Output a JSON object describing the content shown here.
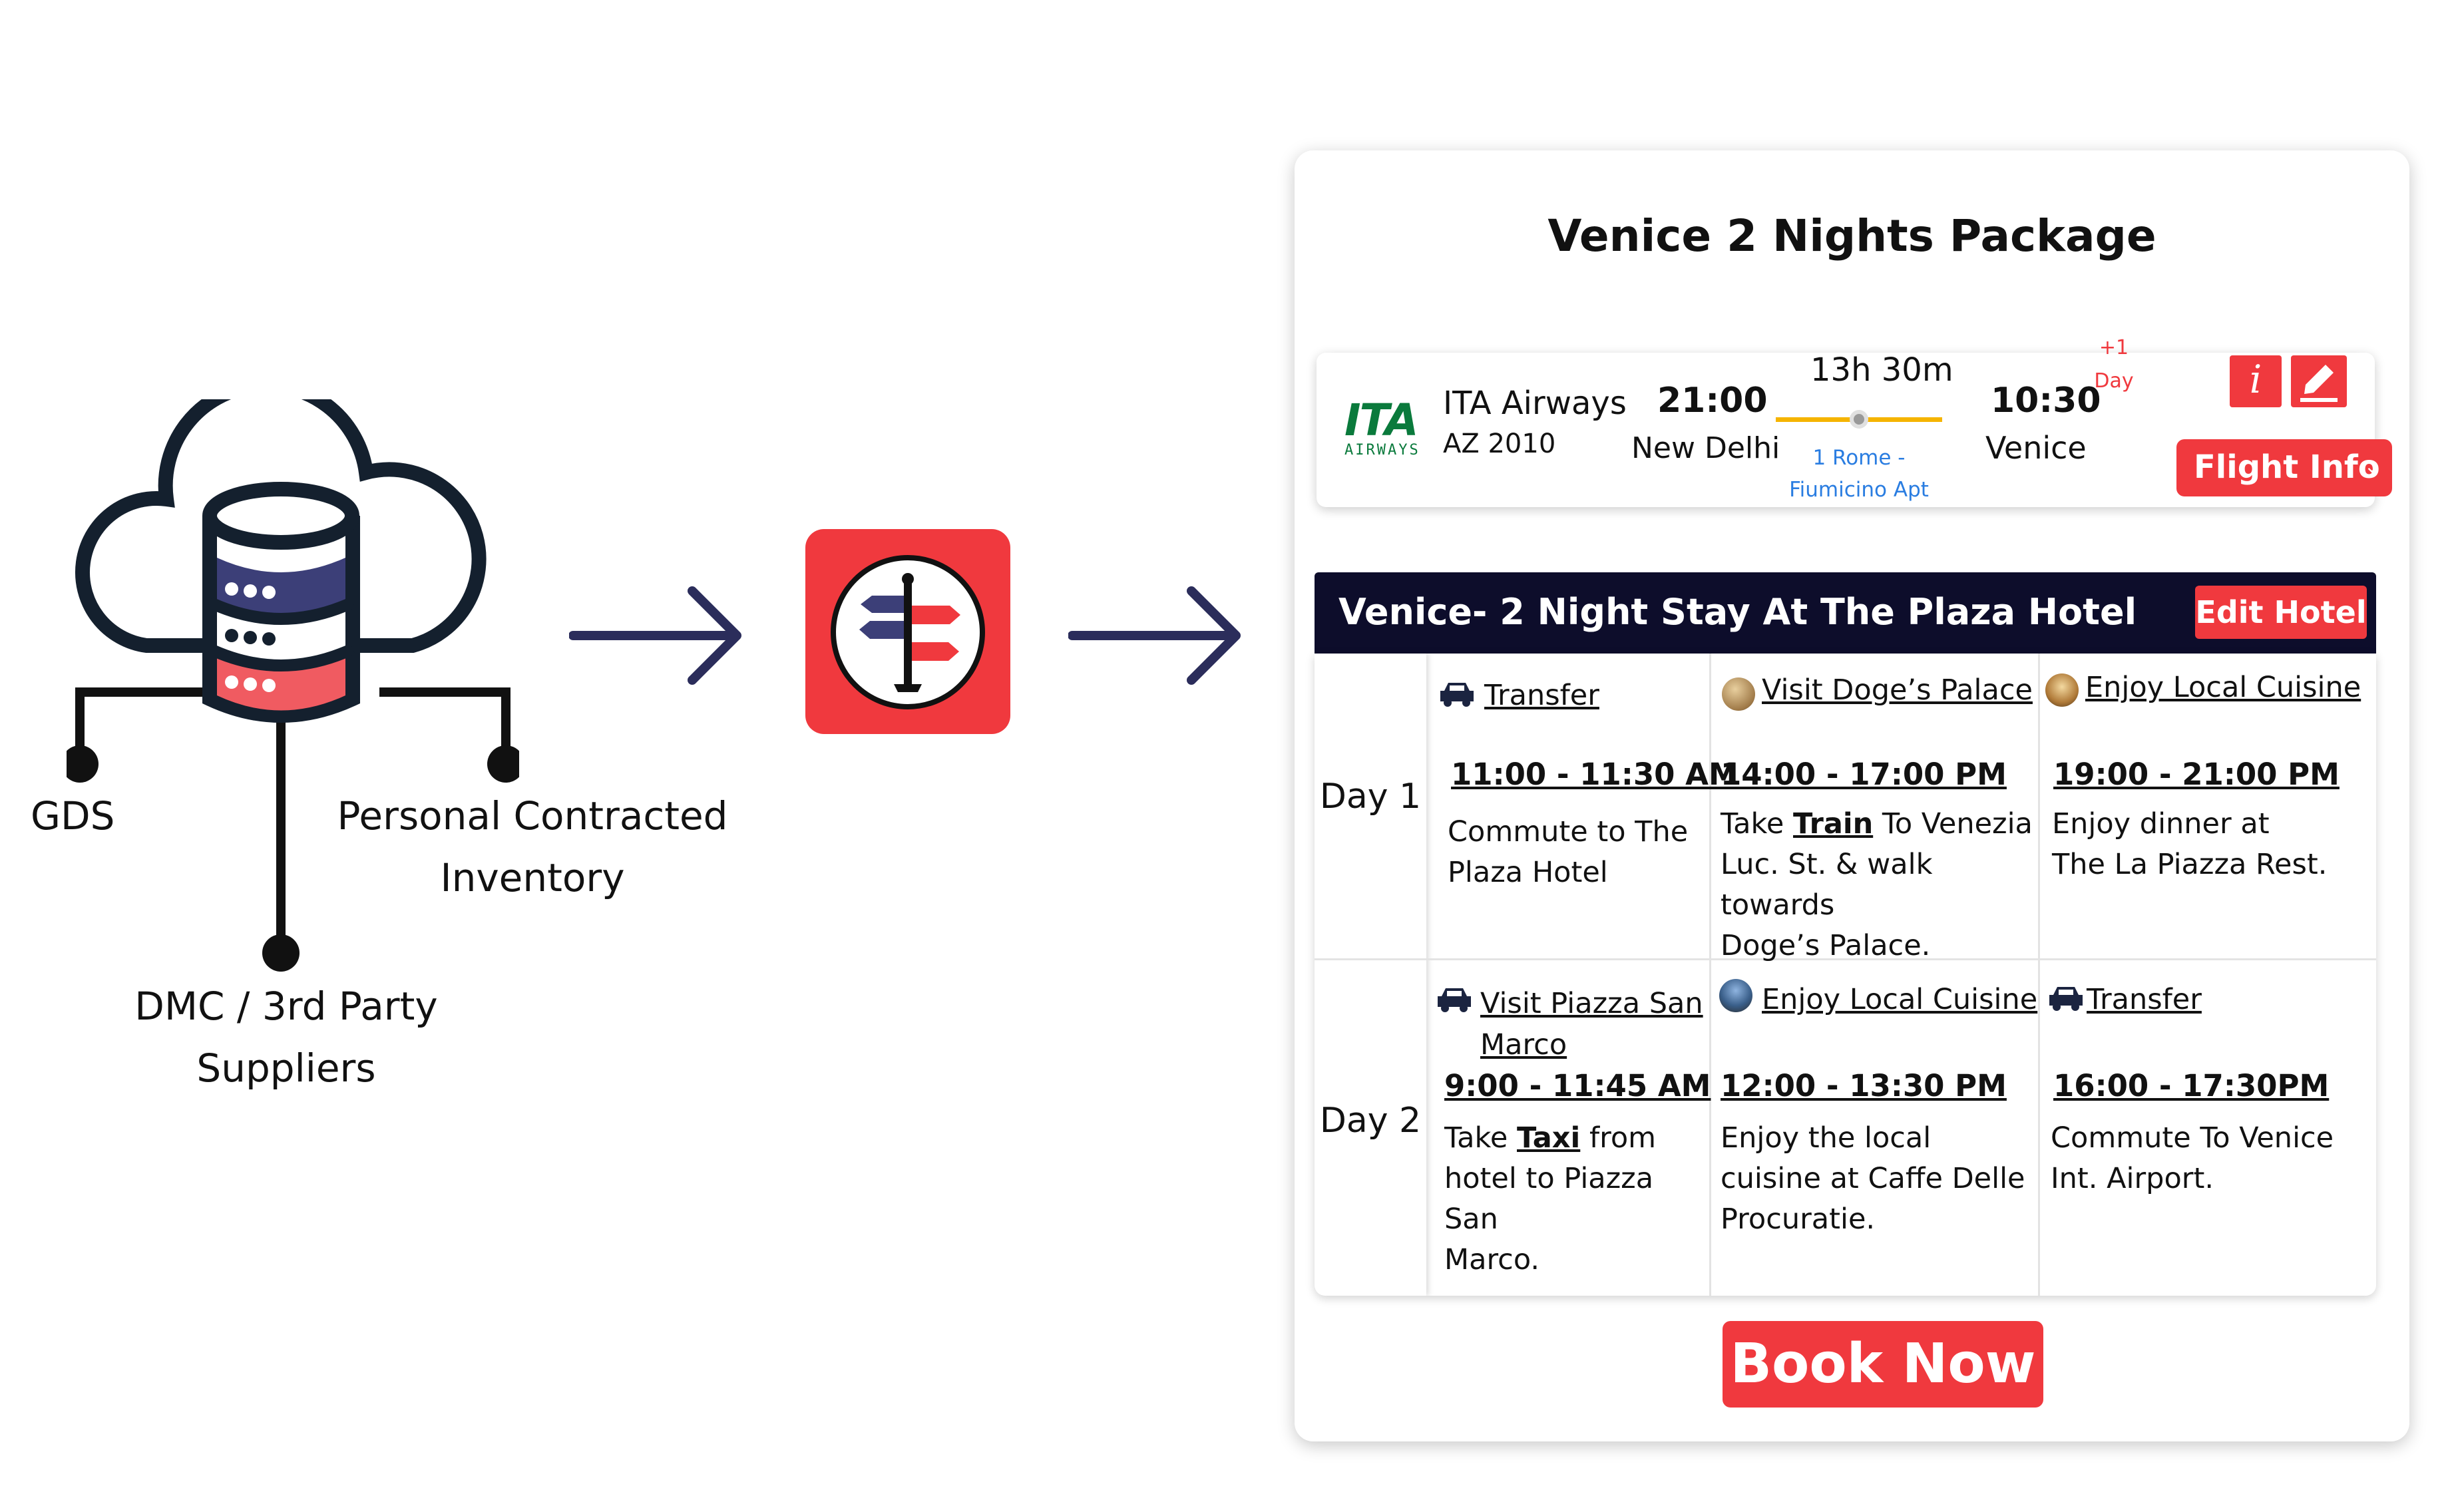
{
  "diagram": {
    "sources": {
      "gds": "GDS",
      "personal_line1": "Personal Contracted",
      "personal_line2": "Inventory",
      "dmc_line1": "DMC / 3rd Party",
      "dmc_line2": "Suppliers"
    },
    "icons": [
      "cloud-database-icon",
      "arrow-right-icon",
      "app-logo-signpost-icon",
      "arrow-right-icon"
    ]
  },
  "package": {
    "title": "Venice 2 Nights Package",
    "flight": {
      "airline_logo_text": "ITA",
      "airline_logo_sub": "AIRWAYS",
      "airline": "ITA Airways",
      "flight_no": "AZ 2010",
      "dep_time": "21:00",
      "dep_city": "New Delhi",
      "duration": "13h 30m",
      "stop_line1": "1 Rome -",
      "stop_line2": "Fiumicino Apt",
      "arr_time": "10:30",
      "plus_day_line1": "+1",
      "plus_day_line2": "Day",
      "arr_city": "Venice",
      "info_icon_label": "i",
      "flight_info_label": "Flight Info"
    },
    "hotel": {
      "title": "Venice- 2 Night Stay At The Plaza Hotel",
      "edit_label": "Edit Hotel"
    },
    "days": [
      {
        "label": "Day 1",
        "activities": [
          {
            "icon": "car-icon",
            "title": "Transfer",
            "time": "11:00 - 11:30 AM",
            "desc_line1": "Commute to The",
            "desc_line2": "Plaza Hotel"
          },
          {
            "icon": "palace-photo-icon",
            "title": "Visit Doge’s Palace",
            "time": "14:00 - 17:00 PM",
            "desc_pre": "Take ",
            "desc_bold": "Train",
            "desc_post": " To Venezia",
            "desc_line2": "Luc. St. & walk towards",
            "desc_line3": "Doge’s Palace."
          },
          {
            "icon": "restaurant-photo-icon",
            "title": "Enjoy Local Cuisine",
            "time": "19:00 - 21:00 PM",
            "desc_line1": "Enjoy dinner at",
            "desc_line2": "The La Piazza Rest."
          }
        ]
      },
      {
        "label": "Day 2",
        "activities": [
          {
            "icon": "car-icon",
            "title_line1": "Visit Piazza San",
            "title_line2": "Marco",
            "time": "9:00 - 11:45 AM",
            "desc_pre": "Take ",
            "desc_bold": "Taxi",
            "desc_post": " from",
            "desc_line2": "hotel to Piazza San",
            "desc_line3": "Marco."
          },
          {
            "icon": "cafe-photo-icon",
            "title": "Enjoy Local Cuisine",
            "time": "12:00 - 13:30 PM",
            "desc_line1": "Enjoy the local",
            "desc_line2": "cuisine at Caffe Delle",
            "desc_line3": "Procuratie."
          },
          {
            "icon": "car-icon",
            "title": "Transfer",
            "time": "16:00 - 17:30PM",
            "desc_line1": "Commute To Venice",
            "desc_line2": "Int. Airport."
          }
        ]
      }
    ],
    "book_now_label": "Book Now",
    "colors": {
      "accent": "#f0393e",
      "navy": "#0d0d2b",
      "arrow": "#2b2d5b",
      "timeline": "#f5b400",
      "stop_text": "#2a7de1"
    }
  }
}
